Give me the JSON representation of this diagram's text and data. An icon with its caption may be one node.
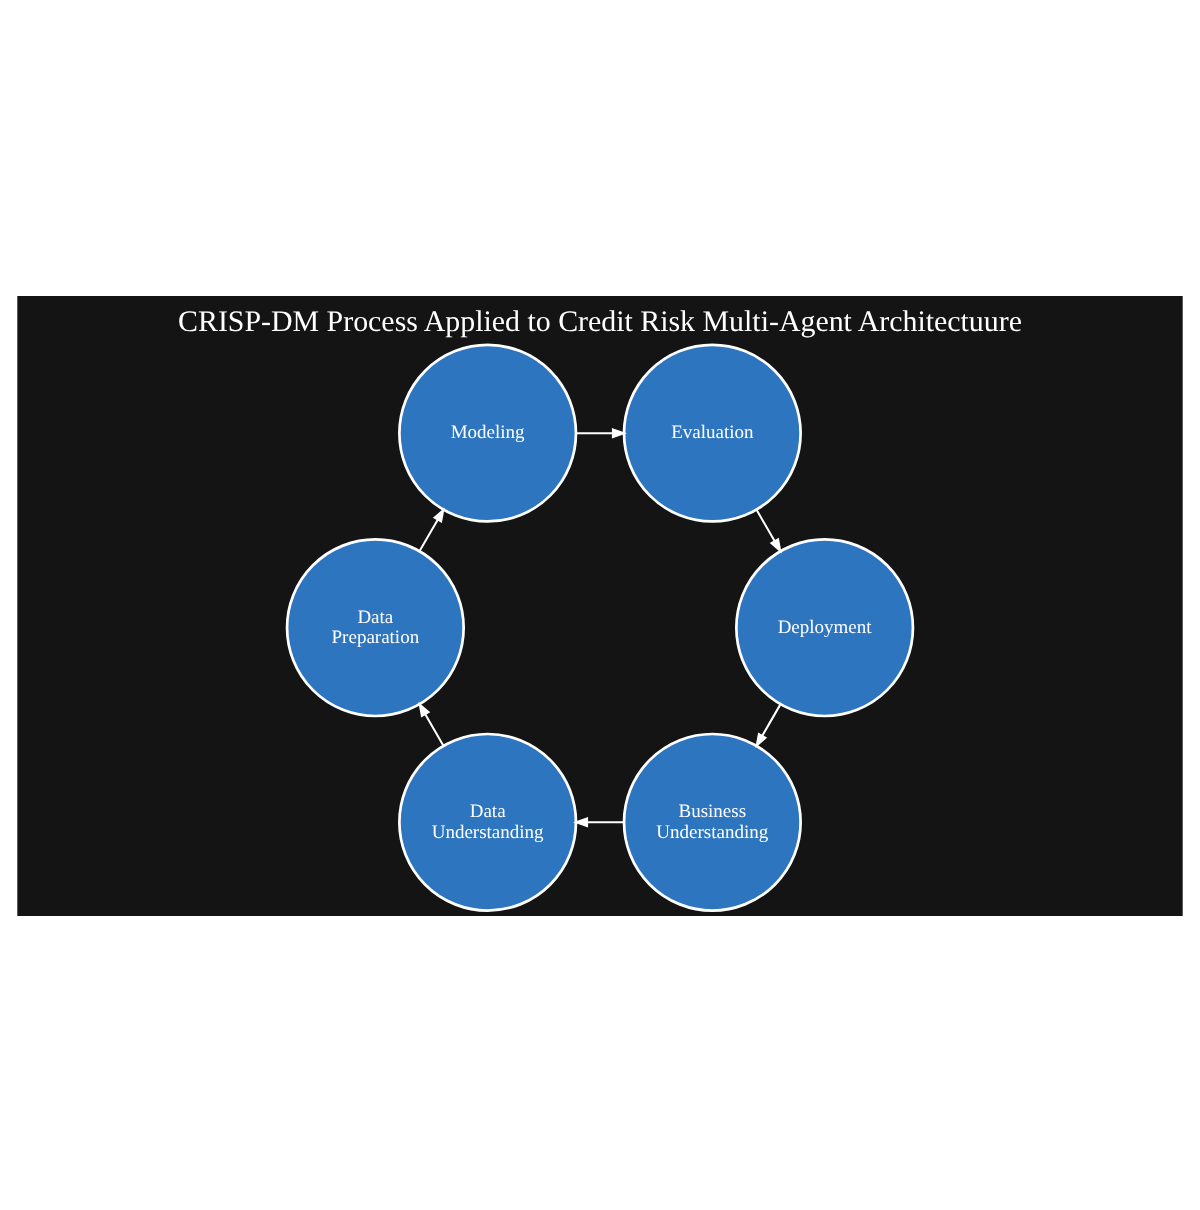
{
  "diagram": {
    "title": "CRISP-DM Process Applied to Credit Risk Multi-Agent Architectuure",
    "nodes": [
      {
        "text": [
          "Business Understanding"
        ]
      },
      {
        "text": [
          "Data Understanding"
        ]
      },
      {
        "text": [
          "Data Preparation"
        ]
      },
      {
        "text": [
          "Modeling"
        ]
      },
      {
        "text": [
          "Evaluation"
        ]
      },
      {
        "text": [
          "Deployment"
        ]
      }
    ],
    "edges": [
      {
        "from": 0,
        "to": 1,
        "arrow": "to"
      },
      {
        "from": 1,
        "to": 2,
        "arrow": "to"
      },
      {
        "from": 2,
        "to": 3,
        "arrow": "to"
      },
      {
        "from": 3,
        "to": 4,
        "arrow": "to"
      },
      {
        "from": 4,
        "to": 5,
        "arrow": "to"
      },
      {
        "from": 5,
        "to": 0,
        "arrow": "to"
      }
    ]
  }
}
